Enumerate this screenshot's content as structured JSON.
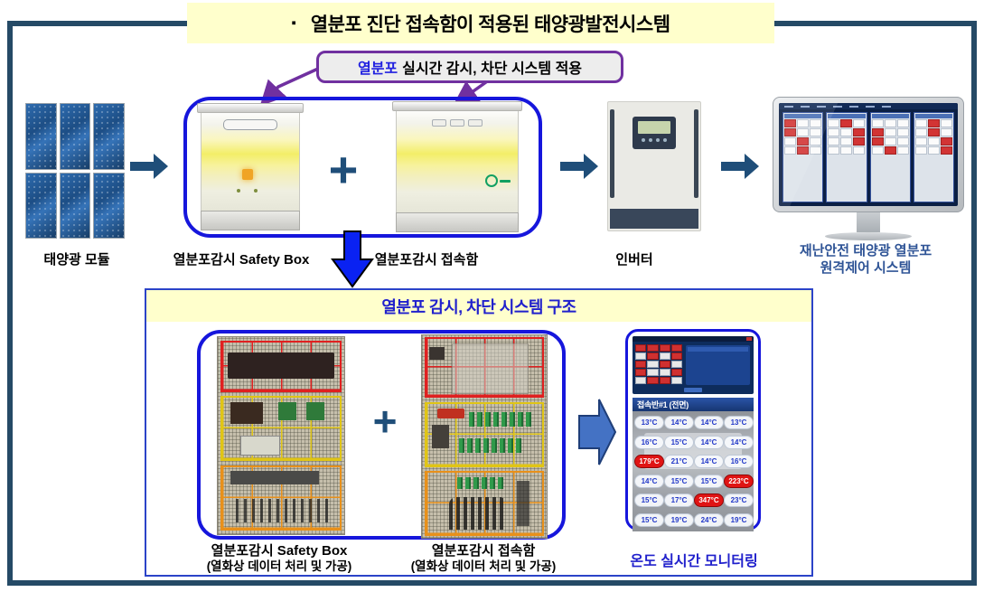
{
  "title": {
    "bullet": "▪",
    "text": "열분포 진단 접속함이 적용된 태양광발전시스템"
  },
  "callout": {
    "highlight": "열분포",
    "rest": "실시간 감시, 차단 시스템 적용"
  },
  "flow": {
    "module_label": "태양광 모듈",
    "safety_box_label": "열분포감시 Safety Box",
    "junction_label": "열분포감시 접속함",
    "inverter_label": "인버터",
    "remote_label_line1": "재난안전 태양광 열분포",
    "remote_label_line2": "원격제어 시스템",
    "plus": "+"
  },
  "structure_section": {
    "header": "열분포 감시, 차단 시스템 구조",
    "plus": "+",
    "photo1_label": "열분포감시 Safety Box",
    "photo1_sublabel": "(열화상 데이터 처리 및 가공)",
    "photo2_label": "열분포감시 접속함",
    "photo2_sublabel": "(열화상 데이터 처리 및 가공)",
    "monitoring_label": "온도 실시간 모니터링",
    "temp_panel": {
      "header": "접속반#1 (전면)",
      "hot_threshold": 100,
      "rows": [
        [
          "13°C",
          "14°C",
          "14°C",
          "13°C"
        ],
        [
          "16°C",
          "15°C",
          "14°C",
          "14°C"
        ],
        [
          "179°C",
          "21°C",
          "14°C",
          "16°C"
        ],
        [
          "14°C",
          "15°C",
          "15°C",
          "223°C"
        ],
        [
          "15°C",
          "17°C",
          "347°C",
          "23°C"
        ],
        [
          "15°C",
          "19°C",
          "24°C",
          "19°C"
        ]
      ]
    }
  },
  "colors": {
    "frame_navy": "#254A66",
    "header_yellow": "#FFFFCC",
    "outline_blue": "#1616DC",
    "arrow_navy": "#1F4E79",
    "callout_purple": "#7030A0",
    "down_arrow_blue": "#0A22F2",
    "hot_red": "#E01414",
    "temp_text_blue": "#2238C8",
    "remote_label_blue": "#2F5496",
    "section_title_blue": "#2020CC"
  }
}
